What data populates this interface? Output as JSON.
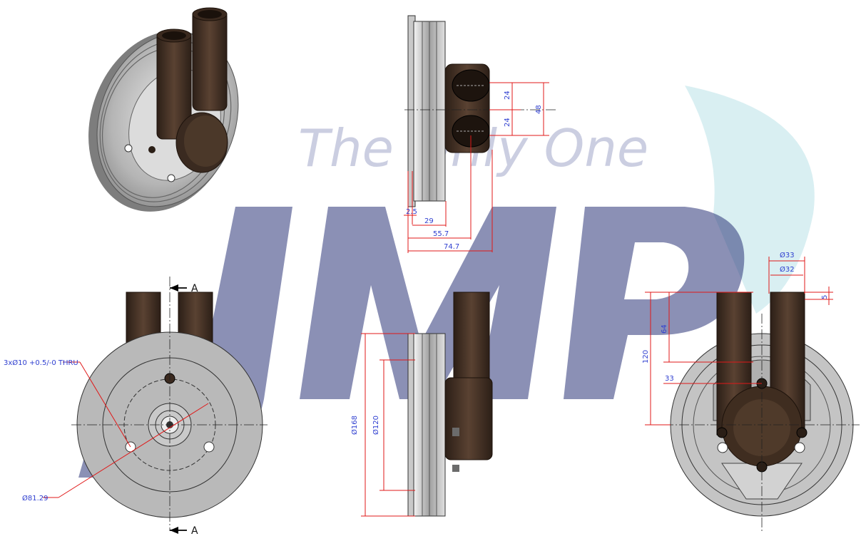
{
  "watermark": {
    "text": "The Only One",
    "logo": "JMP"
  },
  "section_labels": {
    "top": "A",
    "bottom": "A"
  },
  "dimensions": {
    "side_top": {
      "h1": "24",
      "h2": "24",
      "total": "48",
      "d1": "2.5",
      "d2": "29",
      "d3": "55.7",
      "d4": "74.7"
    },
    "front": {
      "holes": "3xØ10 +0.5/-0 THRU",
      "pcd": "Ø81.29"
    },
    "side_bottom": {
      "outer": "Ø168",
      "inner": "Ø120"
    },
    "back": {
      "pipe_outer": "Ø33",
      "pipe_inner": "Ø32",
      "lip": "5",
      "pipe_len": "64",
      "height": "120",
      "offset": "33"
    }
  },
  "colors": {
    "dimension_line": "#e01818",
    "dimension_text": "#2f3fd0",
    "housing": "#4a3526",
    "pulley": "#b9b9b9"
  }
}
